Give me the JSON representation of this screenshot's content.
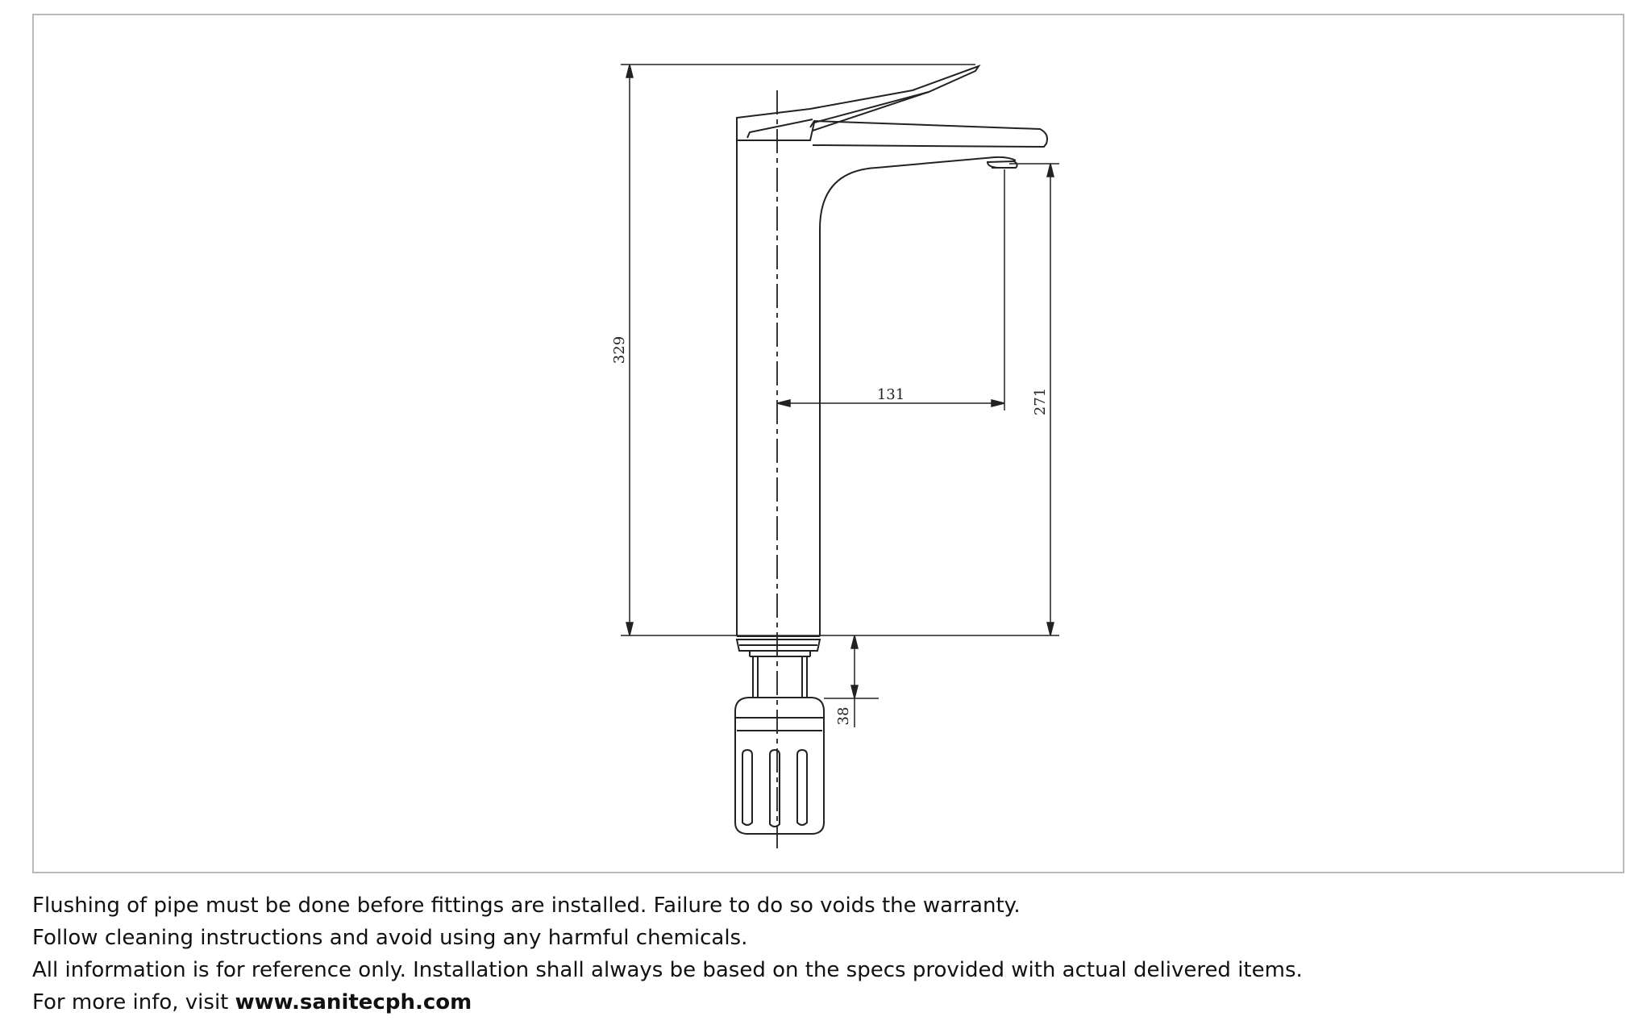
{
  "drawing": {
    "dimensions": {
      "total_height": "329",
      "spout_reach": "131",
      "spout_height": "271",
      "shank_length": "38"
    }
  },
  "notes": {
    "line1": "Flushing of pipe must be done before fittings are installed. Failure to do so voids the warranty.",
    "line2": "Follow cleaning instructions and avoid using any harmful chemicals.",
    "line3": "All information is for reference only. Installation shall always be based on the specs provided with actual delivered items.",
    "line4_prefix": "For more info, visit ",
    "line4_link": "www.sanitecph.com"
  }
}
